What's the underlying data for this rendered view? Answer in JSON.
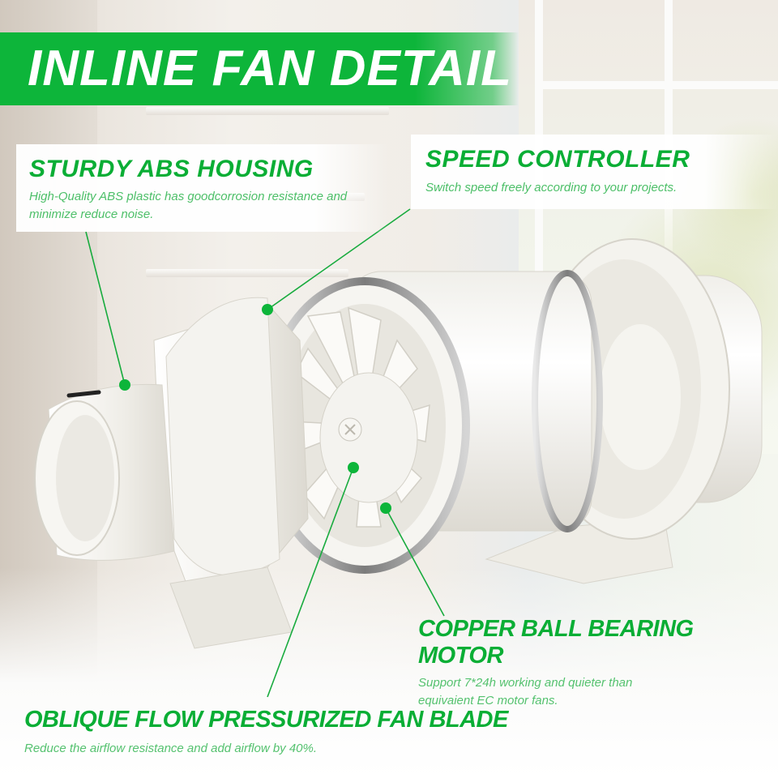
{
  "banner": {
    "title": "INLINE FAN DETAIL"
  },
  "callouts": [
    {
      "id": "housing",
      "title": "STURDY ABS HOUSING",
      "description": "High-Quality ABS plastic has goodcorrosion resistance and minimize reduce noise."
    },
    {
      "id": "speed",
      "title": "SPEED CONTROLLER",
      "description": "Switch speed freely according to your projects."
    },
    {
      "id": "motor",
      "title": "COPPER BALL BEARING MOTOR",
      "description_lines": [
        "Support 7*24h working and quieter than",
        "equivaient EC motor fans."
      ]
    },
    {
      "id": "blade",
      "title": "OBLIQUE FLOW PRESSURIZED FAN BLADE",
      "description": "Reduce the airflow resistance and add airflow by 40%."
    }
  ],
  "colors": {
    "accent": "#0db53a",
    "heading": "#0aae35",
    "body_text": "#4cbf68",
    "product": "#f2f1ec"
  },
  "icons": {
    "marker": "green-dot-marker",
    "hub_screw": "phillips-screw-icon"
  }
}
